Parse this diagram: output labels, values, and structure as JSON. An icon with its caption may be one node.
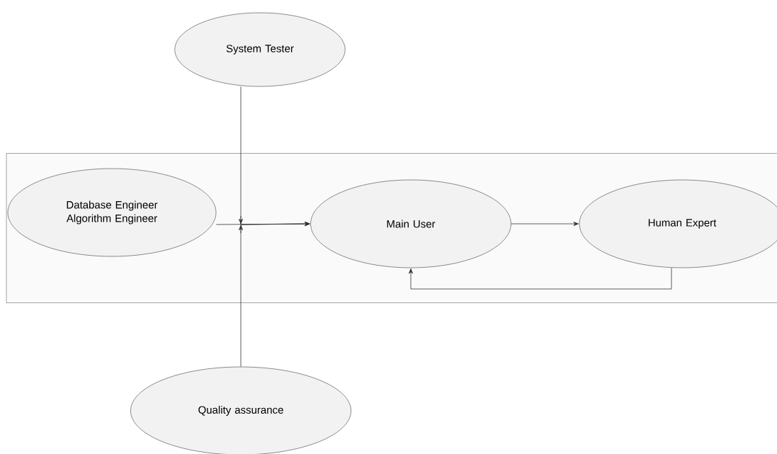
{
  "diagram": {
    "nodes": [
      {
        "text": [
          "System Tester"
        ]
      },
      {
        "text": [],
        "shape": "box"
      },
      {
        "text": [
          "Database Engineer Algorithm Engineer"
        ],
        "in": 1
      },
      {
        "text": [
          "Main User"
        ],
        "in": 1
      },
      {
        "text": [
          "Human Expert"
        ],
        "in": 1
      },
      {
        "text": [
          "Quality assurance"
        ]
      }
    ],
    "edges": [
      {
        "from": 0,
        "to": 3,
        "arrow": "to"
      },
      {
        "from": 2,
        "to": 3,
        "arrow": "to"
      },
      {
        "from": 5,
        "to": 3,
        "arrow": "to"
      },
      {
        "from": 3,
        "to": 4,
        "arrow": "to"
      },
      {
        "from": 4,
        "to": 3,
        "arrow": "to"
      }
    ]
  }
}
